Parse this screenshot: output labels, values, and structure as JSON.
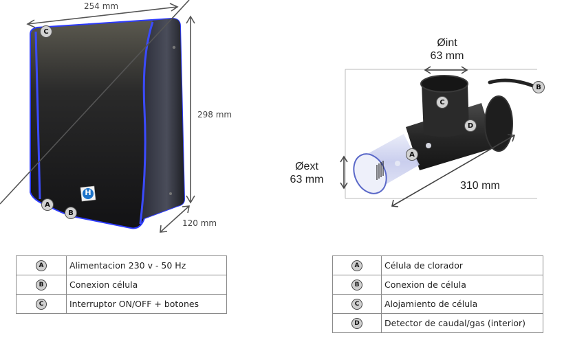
{
  "controller": {
    "dimensions": {
      "width": "254 mm",
      "height": "298 mm",
      "depth": "120 mm"
    },
    "logo_letter": "H",
    "callouts": [
      "A",
      "B",
      "C"
    ],
    "legend": [
      {
        "key": "A",
        "text": "Alimentacion 230 v - 50 Hz"
      },
      {
        "key": "B",
        "text": "Conexion célula"
      },
      {
        "key": "C",
        "text": "Interruptor ON/OFF + botones"
      }
    ]
  },
  "cell": {
    "dimensions": {
      "inner_label": "Øint",
      "inner_value": "63 mm",
      "outer_label": "Øext",
      "outer_value": "63 mm",
      "length": "310 mm"
    },
    "callouts": [
      "A",
      "B",
      "C",
      "D"
    ],
    "legend": [
      {
        "key": "A",
        "text": "Célula de clorador"
      },
      {
        "key": "B",
        "text": "Conexion de célula"
      },
      {
        "key": "C",
        "text": "Alojamiento de célula"
      },
      {
        "key": "D",
        "text": "Detector de caudal/gas (interior)"
      }
    ]
  },
  "colors": {
    "led_blue": "#2a3cff",
    "housing": "#1a1a1c",
    "callout_fill": "#d2d2d2"
  }
}
